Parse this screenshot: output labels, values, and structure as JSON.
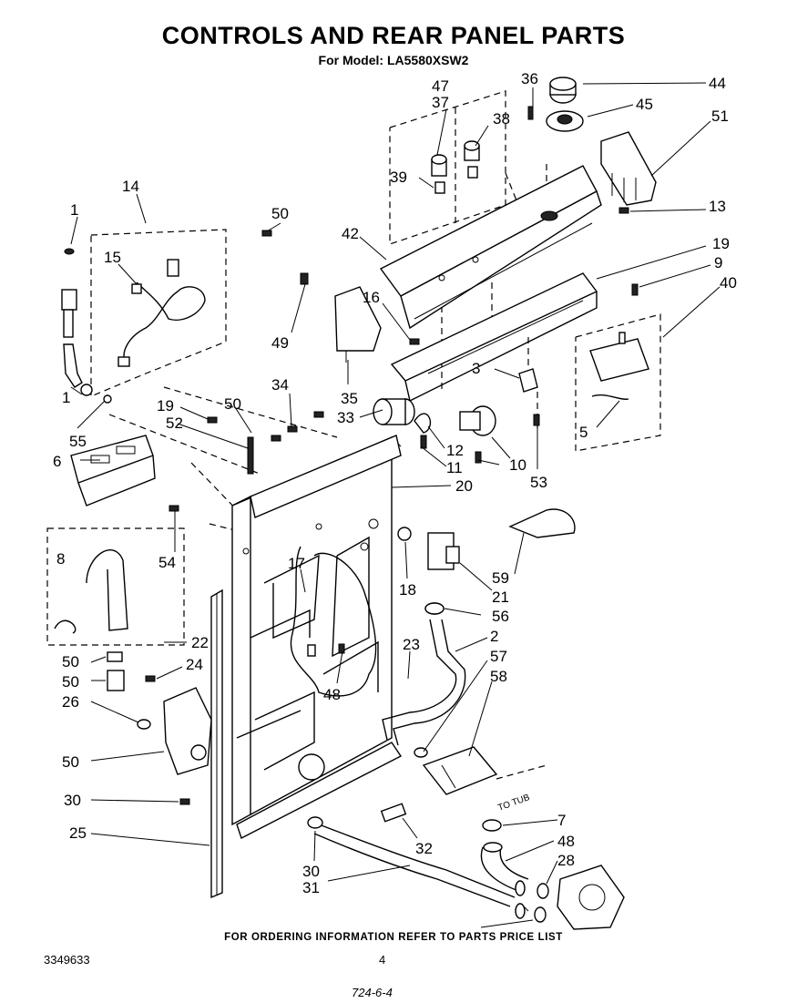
{
  "title": "CONTROLS AND REAR PANEL PARTS",
  "subtitle": "For Model: LA5580XSW2",
  "footer": "FOR ORDERING INFORMATION REFER TO PARTS PRICE LIST",
  "doc_number": "3349633",
  "page_number": "4",
  "handwritten_note": "724-6-4",
  "annotation_to_tub": "TO TUB",
  "callouts": [
    "1",
    "14",
    "15",
    "50",
    "47",
    "37",
    "36",
    "44",
    "38",
    "45",
    "51",
    "39",
    "42",
    "13",
    "19",
    "9",
    "40",
    "49",
    "16",
    "35",
    "3",
    "1",
    "55",
    "19",
    "50",
    "34",
    "33",
    "12",
    "10",
    "5",
    "52",
    "11",
    "53",
    "6",
    "20",
    "54",
    "17",
    "18",
    "59",
    "21",
    "56",
    "8",
    "22",
    "2",
    "23",
    "57",
    "50",
    "24",
    "58",
    "50",
    "48",
    "26",
    "50",
    "30",
    "7",
    "25",
    "32",
    "48",
    "30",
    "28",
    "31"
  ]
}
